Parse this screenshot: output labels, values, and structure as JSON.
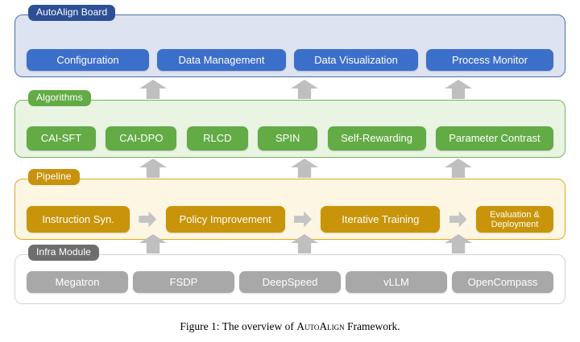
{
  "figure": {
    "caption_prefix": "Figure 1: The overview of ",
    "caption_smallcaps": "AutoAlign",
    "caption_suffix": " Framework."
  },
  "layers": [
    {
      "id": "board",
      "label": "AutoAlign Board",
      "accent": "#2c4f96",
      "panel_bg": "#dde3f0",
      "panel_border": "#4a6fb5",
      "node_color": "#3c6fc9",
      "nodes": [
        {
          "label": "Configuration"
        },
        {
          "label": "Data Management"
        },
        {
          "label": "Data Visualization"
        },
        {
          "label": "Process Monitor"
        }
      ]
    },
    {
      "id": "algorithms",
      "label": "Algorithms",
      "accent": "#62ab45",
      "panel_bg": "#e9f4e3",
      "panel_border": "#74b558",
      "node_color": "#62ab45",
      "nodes": [
        {
          "label": "CAI-SFT"
        },
        {
          "label": "CAI-DPO"
        },
        {
          "label": "RLCD"
        },
        {
          "label": "SPIN"
        },
        {
          "label": "Self-Rewarding"
        },
        {
          "label": "Parameter Contrast"
        }
      ]
    },
    {
      "id": "pipeline",
      "label": "Pipeline",
      "accent": "#c8920d",
      "panel_bg": "#fdf6e3",
      "panel_border": "#e0a91c",
      "node_color": "#c8940a",
      "nodes": [
        {
          "label": "Instruction Syn."
        },
        {
          "label": "Policy Improvement"
        },
        {
          "label": "Iterative Training"
        },
        {
          "label": "Evaluation & Deployment"
        }
      ]
    },
    {
      "id": "infra",
      "label": "Infra Module",
      "accent": "#6e6e6e",
      "panel_bg": "#ffffff",
      "panel_border": "#d3d3d3",
      "node_color": "#a8a8a8",
      "nodes": [
        {
          "label": "Megatron"
        },
        {
          "label": "FSDP"
        },
        {
          "label": "DeepSpeed"
        },
        {
          "label": "vLLM"
        },
        {
          "label": "OpenCompass"
        }
      ]
    }
  ],
  "flow": {
    "up_arrow_icon": "arrow-up-icon",
    "stage_arrow_icon": "arrow-right-icon",
    "up_arrow_color": "#bfbfbf",
    "stage_arrow_color": "#c4c4c4"
  }
}
